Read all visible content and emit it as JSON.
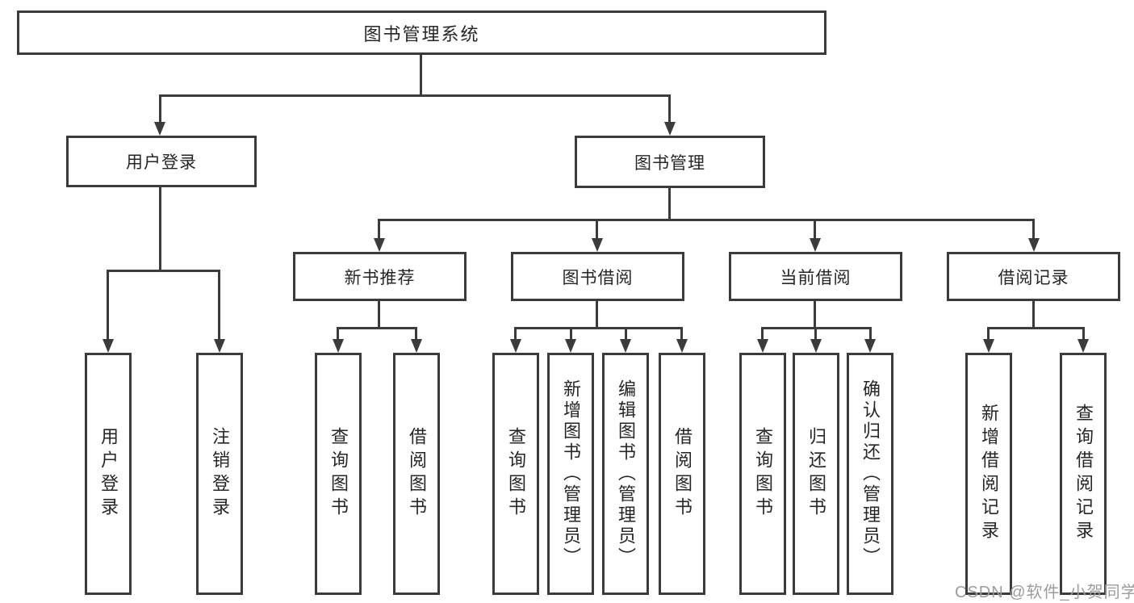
{
  "diagram": {
    "root": {
      "label": "图书管理系统"
    },
    "branches": [
      {
        "label": "用户登录",
        "children": [
          {
            "label": "用户登录"
          },
          {
            "label": "注销登录"
          }
        ]
      },
      {
        "label": "图书管理",
        "children": [
          {
            "label": "新书推荐",
            "children": [
              {
                "label": "查询图书"
              },
              {
                "label": "借阅图书"
              }
            ]
          },
          {
            "label": "图书借阅",
            "children": [
              {
                "label": "查询图书"
              },
              {
                "label": "新增图书（管理员）"
              },
              {
                "label": "编辑图书（管理员）"
              },
              {
                "label": "借阅图书"
              }
            ]
          },
          {
            "label": "当前借阅",
            "children": [
              {
                "label": "查询图书"
              },
              {
                "label": "归还图书"
              },
              {
                "label": "确认归还（管理员）"
              }
            ]
          },
          {
            "label": "借阅记录",
            "children": [
              {
                "label": "新增借阅记录"
              },
              {
                "label": "查询借阅记录"
              }
            ]
          }
        ]
      }
    ]
  },
  "watermark": {
    "text": "CSDN @软件_小贺同学"
  },
  "colors": {
    "line": "#3b3b3b",
    "text": "#262626",
    "background": "#ffffff",
    "watermark": "#9c9c9c"
  }
}
